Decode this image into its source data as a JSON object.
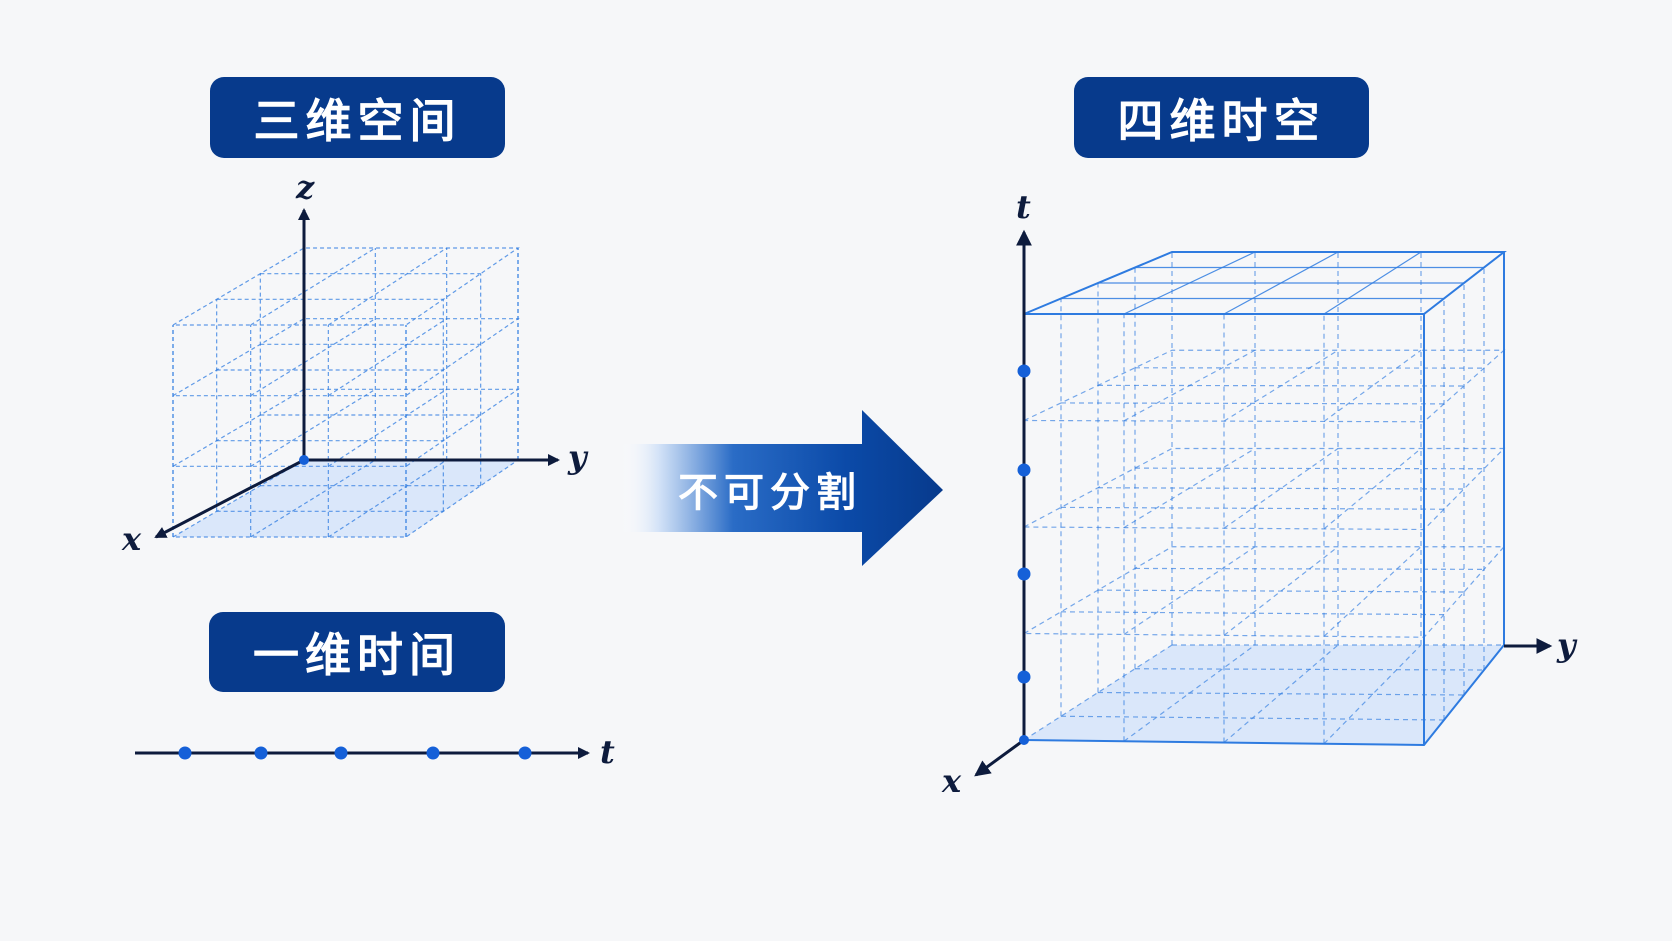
{
  "labels": {
    "space_3d": "三维空间",
    "time_1d": "一维时间",
    "spacetime_4d": "四维时空",
    "arrow_text": "不可分割"
  },
  "axes": {
    "x": "x",
    "y": "y",
    "z": "z",
    "t": "t"
  },
  "colors": {
    "pill_bg": "#073a8c",
    "axis": "#0d1b3d",
    "grid": "#2e7be0",
    "dot": "#1560d8",
    "floor": "#cfe0fb"
  },
  "timeline": {
    "dot_count": 5
  },
  "spacetime_axis": {
    "dot_count": 4
  }
}
